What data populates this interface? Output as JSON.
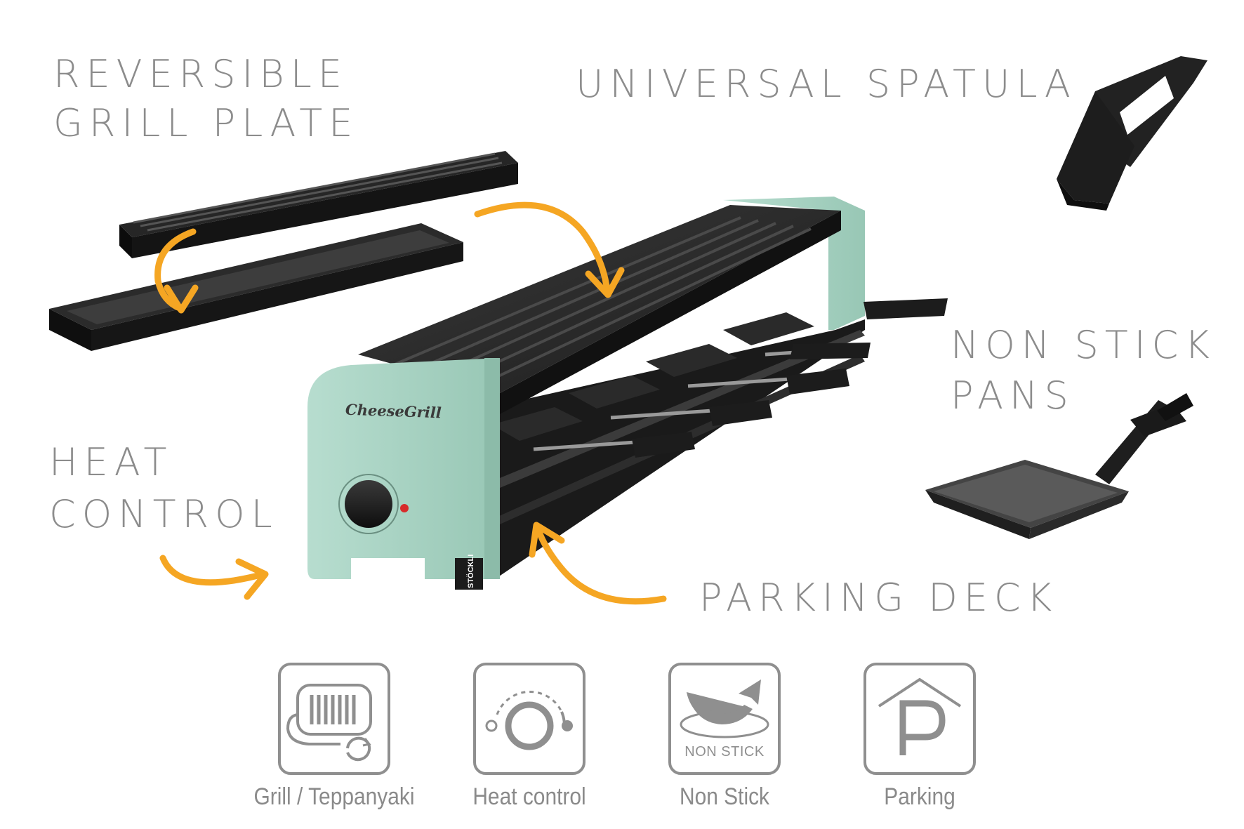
{
  "callouts": {
    "grill_plate_line1": "reversible",
    "grill_plate_line2": "grill plate",
    "spatula": "universal spatula",
    "pans_line1": "non stick",
    "pans_line2": "pans",
    "heat_line1": "heat",
    "heat_line2": "control",
    "parking": "parking deck"
  },
  "product": {
    "brand": "CheeseGrill",
    "maker_tag": "STÖCKLI"
  },
  "features": [
    {
      "label": "Grill / Teppanyaki",
      "icon": "grill-reversible-icon"
    },
    {
      "label": "Heat control",
      "icon": "heat-dial-icon"
    },
    {
      "label": "Non Stick",
      "icon": "non-stick-icon",
      "badge": "NON STICK"
    },
    {
      "label": "Parking",
      "icon": "parking-icon"
    }
  ],
  "colors": {
    "callout_text": "#8c8c8c",
    "arrow": "#f5a623",
    "body_mint": "#a9d4c4",
    "plate_black": "#2a2a2a",
    "icon_grey": "#8f8f8f"
  }
}
